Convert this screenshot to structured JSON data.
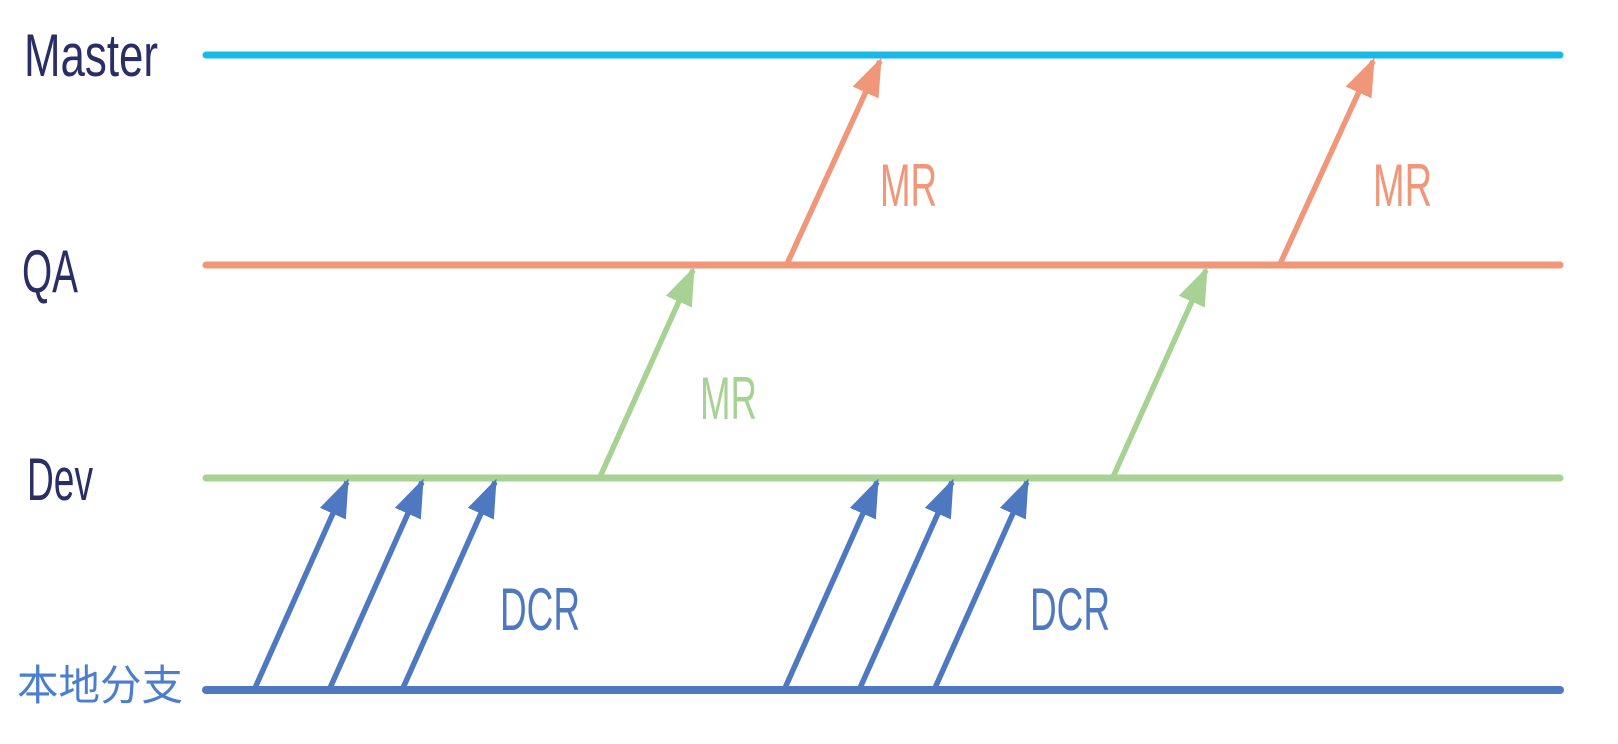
{
  "diagram": {
    "type": "git-branch-flow",
    "branches": {
      "master": "Master",
      "qa": "QA",
      "dev": "Dev",
      "local": "本地分支"
    },
    "labels": {
      "mr": "MR",
      "dcr": "DCR"
    },
    "flows": [
      {
        "from": "本地分支",
        "to": "Dev",
        "label": "DCR",
        "arrows_per_group": 3,
        "groups": 2
      },
      {
        "from": "Dev",
        "to": "QA",
        "label": "MR",
        "arrows_per_group": 1,
        "groups": 2
      },
      {
        "from": "QA",
        "to": "Master",
        "label": "MR",
        "arrows_per_group": 1,
        "groups": 2
      }
    ],
    "colors": {
      "master": "#18b8e8",
      "qa": "#ef9778",
      "dev": "#a7d294",
      "local": "#4e79c1",
      "branch_label": "#2b2d66",
      "local_label": "#4b7ecd"
    }
  }
}
